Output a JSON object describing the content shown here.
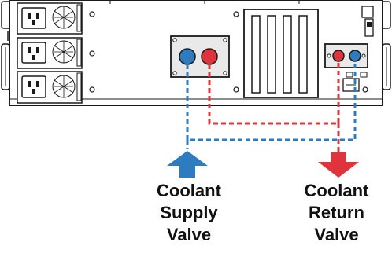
{
  "labels": {
    "supply": [
      "Coolant",
      "Supply",
      "Valve"
    ],
    "return": [
      "Coolant",
      "Return",
      "Valve"
    ]
  },
  "colors": {
    "supply": "#2e7bc0",
    "return": "#e0343c",
    "chassis_stroke": "#1a1a1a",
    "chassis_fill": "#ffffff",
    "panel_fill": "#e9e9e9"
  },
  "icons": {
    "supply_arrow": "up-arrow-icon",
    "return_arrow": "down-arrow-icon"
  }
}
